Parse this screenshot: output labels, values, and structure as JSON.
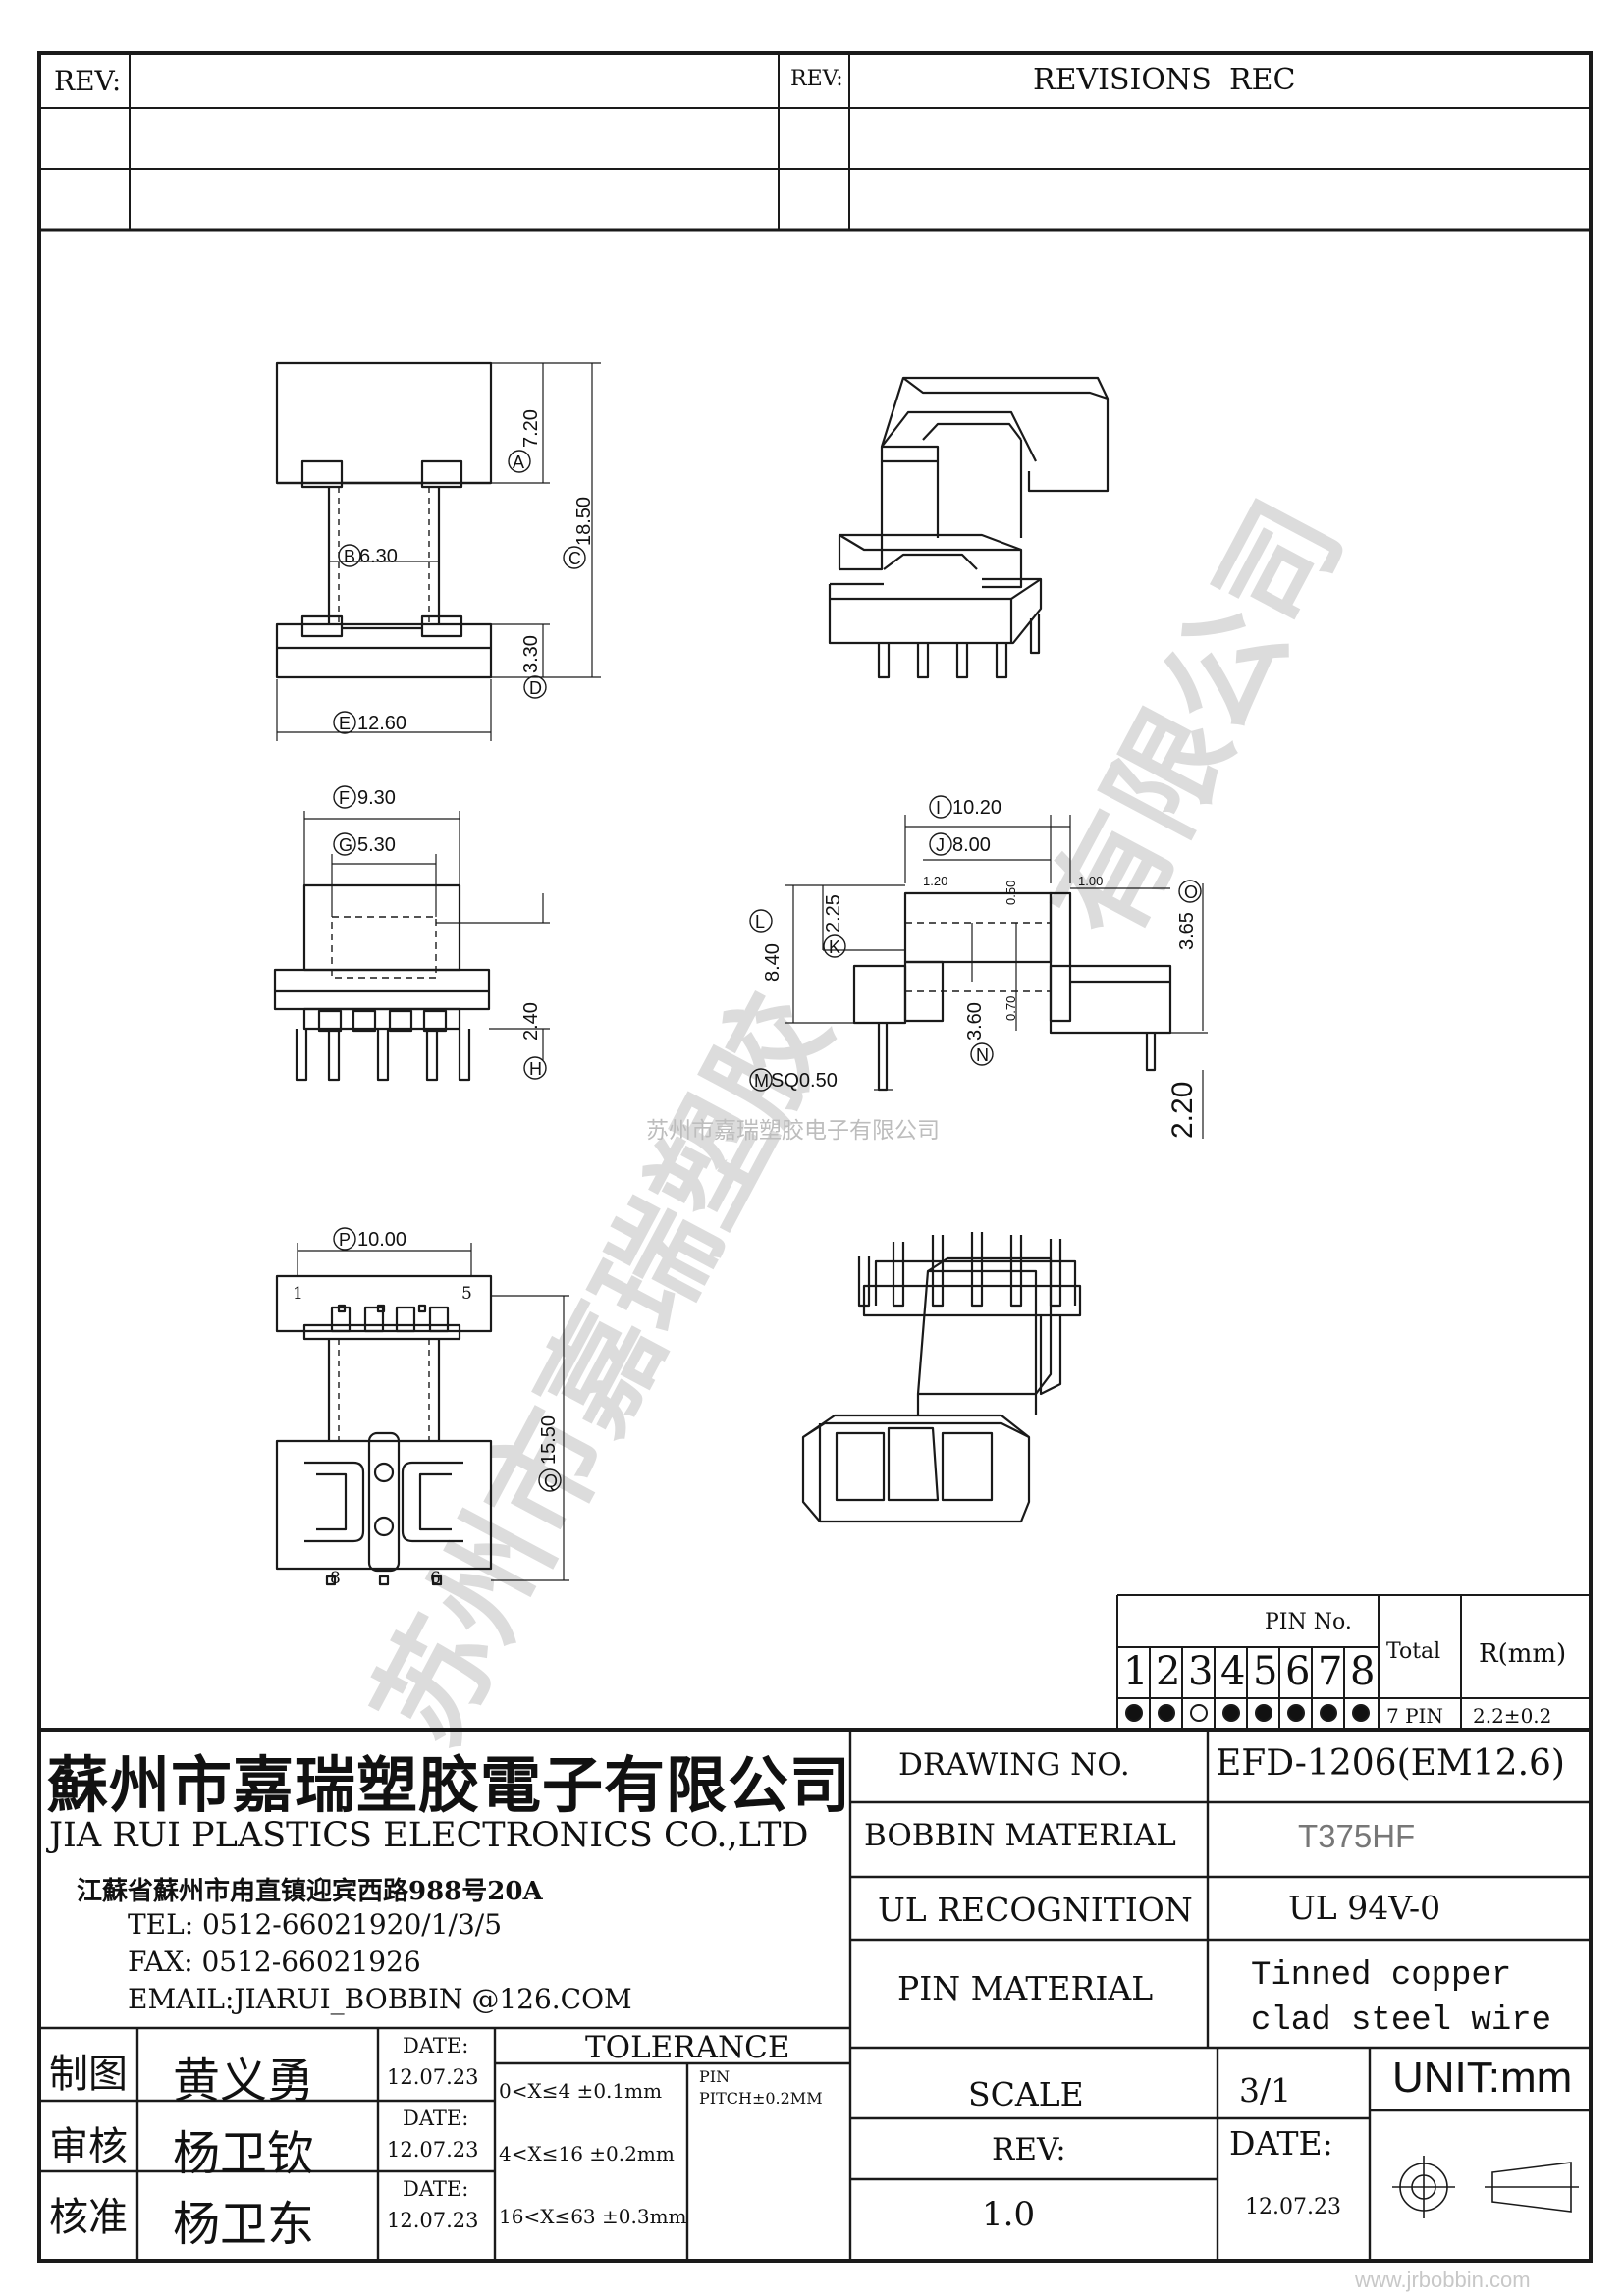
{
  "revision_table": {
    "rev_label_left": "REV:",
    "rev_label_mid": "REV:",
    "revisions_label": "REVISIONS",
    "rec_label": "REC"
  },
  "dimensions": {
    "A": "7.20",
    "B": "6.30",
    "C": "18.50",
    "D": "3.30",
    "E": "12.60",
    "F": "9.30",
    "G": "5.30",
    "H": "2.40",
    "I": "10.20",
    "J": "8.00",
    "K": "2.25",
    "L": "8.40",
    "M": "SQ0.50",
    "N": "3.60",
    "O": "3.65",
    "side_120": "1.20",
    "side_050": "0.50",
    "side_100": "1.00",
    "side_070": "0.70",
    "side_220": "2.20",
    "P": "10.00",
    "Q": "15.50",
    "pin1": "1",
    "pin5": "5",
    "pin8": "8",
    "pin6": "6"
  },
  "watermark": {
    "center_text": "苏州市嘉瑞塑胶电子有限公司",
    "diag_left": "苏州市嘉瑞塑胶",
    "diag_right": "有限公司"
  },
  "pin_table": {
    "header": "PIN No.",
    "total_label": "Total",
    "r_label": "R(mm)",
    "numbers": [
      "1",
      "2",
      "3",
      "4",
      "5",
      "6",
      "7",
      "8"
    ],
    "filled": [
      true,
      true,
      false,
      true,
      true,
      true,
      true,
      true
    ],
    "total_value": "7 PIN",
    "r_value": "2.2±0.2"
  },
  "company": {
    "name_cn": "蘇州市嘉瑞塑胶電子有限公司",
    "name_en": "JIA RUI PLASTICS ELECTRONICS CO.,LTD",
    "address": "江蘇省蘇州市甪直镇迎宾西路988号20A",
    "tel": "TEL: 0512-66021920/1/3/5",
    "fax": "FAX: 0512-66021926",
    "email": "EMAIL:JIARUI_BOBBIN @126.COM"
  },
  "spec": {
    "drawing_no_label": "DRAWING  NO.",
    "drawing_no_value": "EFD-1206(EM12.6)",
    "bobbin_material_label": "BOBBIN  MATERIAL",
    "bobbin_material_value": "T375HF",
    "ul_label": "UL RECOGNITION",
    "ul_value": "UL 94V-0",
    "pin_material_label": "PIN MATERIAL",
    "pin_material_value_1": "Tinned copper",
    "pin_material_value_2": "clad steel wire",
    "scale_label": "SCALE",
    "scale_value": "3/1",
    "unit_label": "UNIT:mm",
    "rev_label": "REV:",
    "rev_value": "1.0",
    "date_label": "DATE:",
    "date_value": "12.07.23"
  },
  "signoff": {
    "rows": [
      {
        "role": "制图",
        "name": "黄义勇",
        "date_label": "DATE:",
        "date": "12.07.23"
      },
      {
        "role": "审核",
        "name": "杨卫钦",
        "date_label": "DATE:",
        "date": "12.07.23"
      },
      {
        "role": "核准",
        "name": "杨卫东",
        "date_label": "DATE:",
        "date": "12.07.23"
      }
    ],
    "tolerance_label": "TOLERANCE",
    "tolerance_rows": [
      "0<X≤4  ±0.1mm",
      "4<X≤16 ±0.2mm",
      "16<X≤63 ±0.3mm"
    ],
    "pin_label": "PIN",
    "pitch_label": "PITCH±0.2MM"
  },
  "footer_url": "www.jrbobbin.com"
}
